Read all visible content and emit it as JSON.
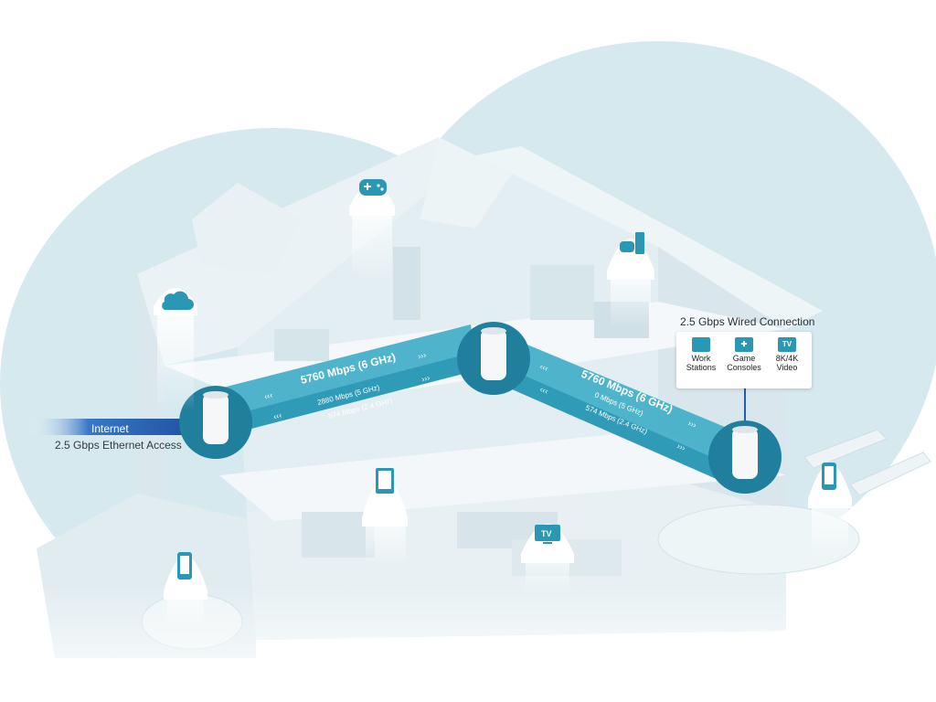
{
  "internet": {
    "label": "Internet",
    "access": "2.5 Gbps Ethernet Access"
  },
  "wired": {
    "title": "2.5 Gbps Wired Connection",
    "devices": [
      {
        "label": "Work Stations",
        "icon": "monitor-icon"
      },
      {
        "label": "Game Consoles",
        "icon": "gamepad-icon"
      },
      {
        "label": "8K/4K Video",
        "icon": "tv-icon"
      }
    ]
  },
  "links": {
    "left": {
      "main": "5760 Mbps (6 GHz)",
      "mid": "2880 Mbps (5 GHz)",
      "low": "574 Mbps (2.4 GHz)"
    },
    "right": {
      "main": "5760 Mbps (6 GHz)",
      "mid": "0 Mbps (5 GHz)",
      "low": "574 Mbps (2.4 GHz)"
    }
  },
  "icons": {
    "tv_text": "TV",
    "video_text": "TV",
    "names": [
      "cloud-icon",
      "gamepad-icon",
      "console-icon",
      "tablet-icon",
      "tv-icon",
      "phone-icon",
      "phone-icon"
    ]
  },
  "colors": {
    "band": "#3aa9c2",
    "band_dark": "#1e88a6",
    "node": "#1f7f9c",
    "bg_circle": "#d3e8ee",
    "house": "#e5eff2",
    "internet_line": "#1f5fb0"
  }
}
